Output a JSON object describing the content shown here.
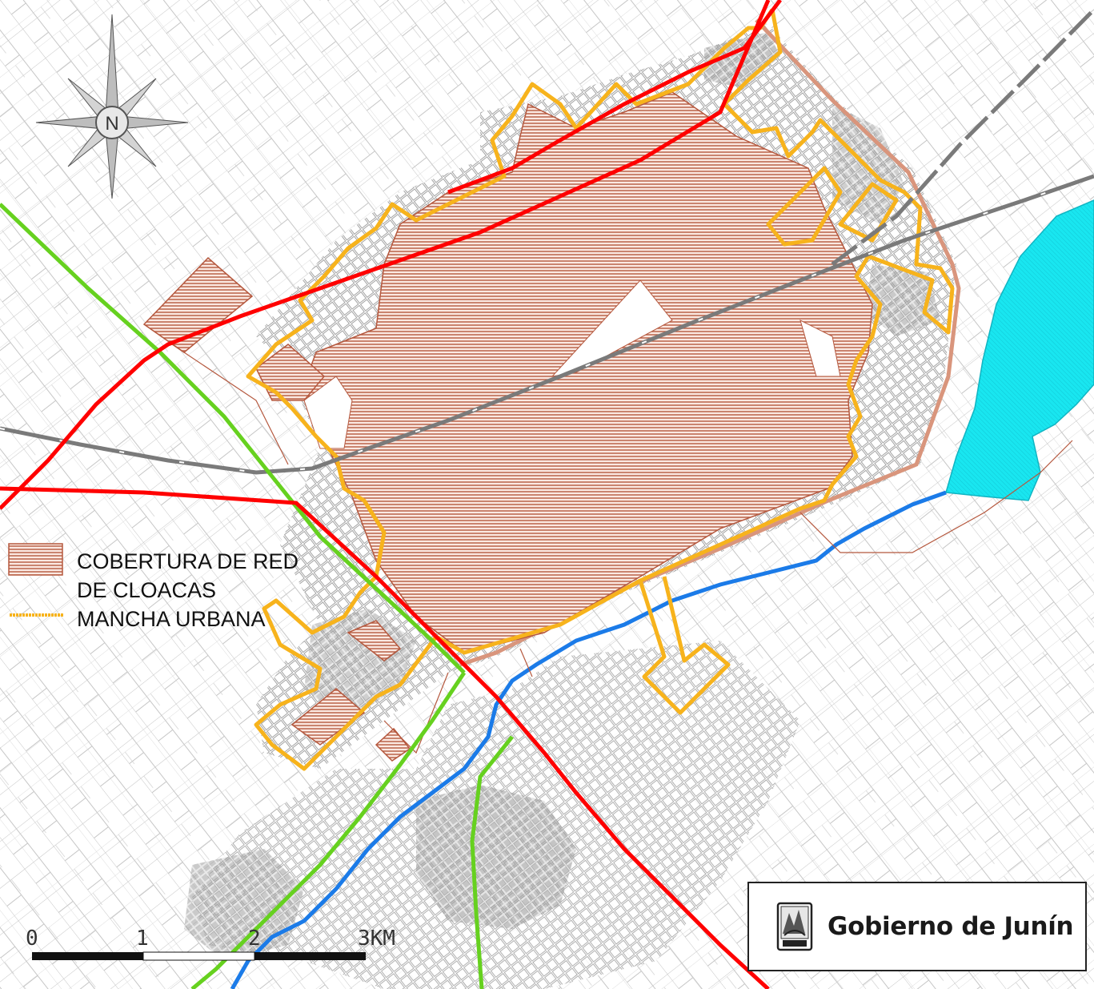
{
  "legend": {
    "items": [
      {
        "label_line1": "COBERTURA  DE RED",
        "label_line2": "DE CLOACAS",
        "swatch": "sewer-coverage-hatch"
      },
      {
        "label_line1": "MANCHA URBANA",
        "swatch": "urban-area-line"
      }
    ]
  },
  "scale_bar": {
    "labels": [
      "0",
      "1",
      "2",
      "3KM"
    ]
  },
  "logo": {
    "text": "Gobierno de Junín",
    "icon": "municipal-shield-icon"
  },
  "compass": {
    "letter": "N",
    "icon": "compass-rose-icon"
  },
  "colors": {
    "top_bar": "#0b5ea8",
    "sewer_coverage": "#b5583e",
    "urban_area": "#f7b31c",
    "main_road": "#ff0000",
    "secondary_road": "#66d11f",
    "railway": "#7a7a7a",
    "river": "#1b7be8",
    "lagoon": "#19e6f0",
    "city_outline": "#d9957c",
    "parcels": "#bdbdbd"
  }
}
